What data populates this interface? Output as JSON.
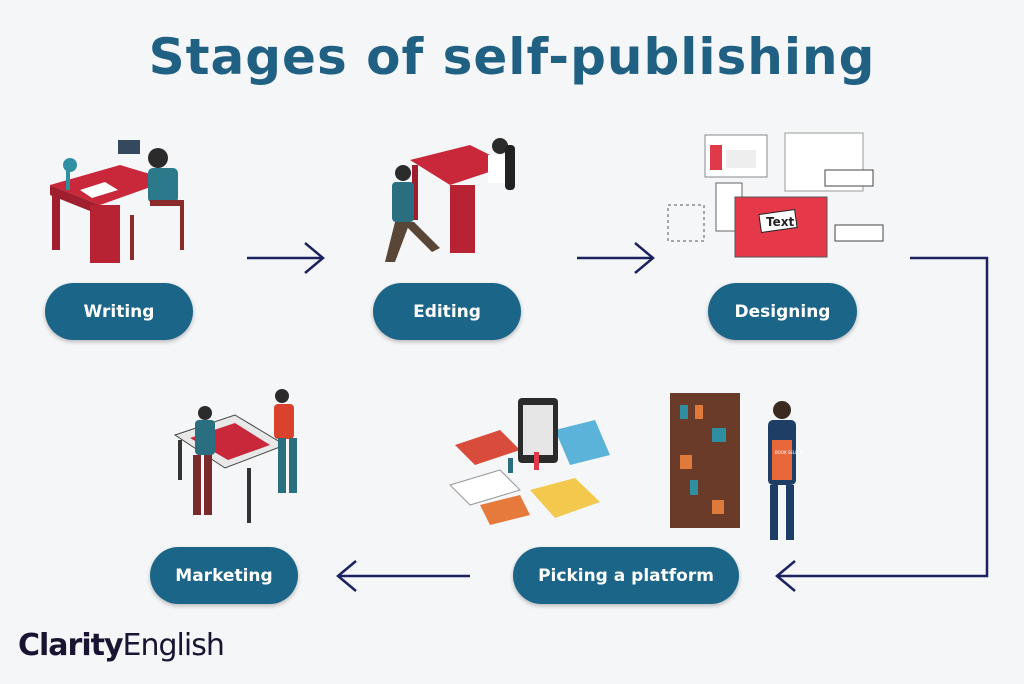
{
  "title": "Stages of self-publishing",
  "stages": [
    {
      "label": "Writing",
      "icon": "writer-at-desk-illustration"
    },
    {
      "label": "Editing",
      "icon": "editor-office-illustration"
    },
    {
      "label": "Designing",
      "icon": "design-windows-illustration",
      "illustration_text": "Text"
    },
    {
      "label": "Picking a platform",
      "icon": "books-and-tablet-illustration",
      "illustration_text": "BOOK SELLER"
    },
    {
      "label": "Marketing",
      "icon": "book-stall-illustration"
    }
  ],
  "logo": {
    "bold": "Clarity",
    "regular": "English"
  },
  "colors": {
    "background": "#f5f6f8",
    "title": "#1f6083",
    "pill": "#1b6589",
    "arrow": "#1c2260"
  }
}
